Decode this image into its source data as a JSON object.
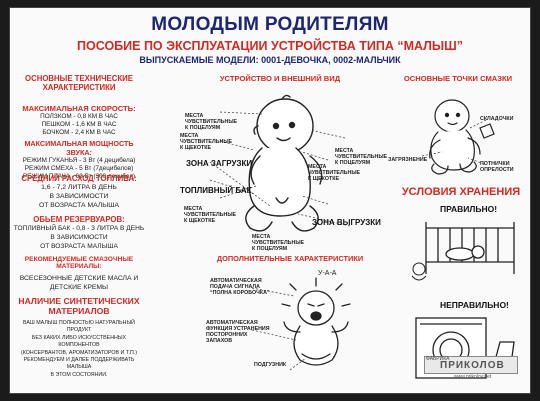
{
  "header": {
    "title": "МОЛОДЫМ РОДИТЕЛЯМ",
    "subtitle": "ПОСОБИЕ ПО ЭКСПЛУАТАЦИИ УСТРОЙСТВА ТИПА “МАЛЫШ”",
    "models": "ВЫПУСКАЕМЫЕ МОДЕЛИ: 0001-ДЕВОЧКА, 0002-МАЛЬЧИК"
  },
  "left": {
    "specs_title": "ОСНОВНЫЕ ТЕХНИЧЕСКИЕ ХАРАКТЕРИСТИКИ",
    "speed": {
      "title": "МАКСИМАЛЬНАЯ СКОРОСТЬ:",
      "lines": [
        "ПОЛЗКОМ - 0,8 КМ В ЧАС",
        "ПЕШКОМ - 1,6 КМ В ЧАС",
        "БОЧКОМ - 2,4 КМ В ЧАС"
      ]
    },
    "sound": {
      "title": "МАКСИМАЛЬНАЯ МОЩНОСТЬ ЗВУКА:",
      "lines": [
        "РЕЖИМ ГУКАНЬЯ - 3 Вт (4 децибела)",
        "РЕЖИМ СМЕХА - 5 Вт (7децибелов)",
        "РЕЖИМ ПЛАЧА - 60 Вт (300 децибел)"
      ]
    },
    "fuel": {
      "title": "СРЕДНИЙ РАСХОД ТОПЛИВА:",
      "lines": [
        "1,6 - 7,2 ЛИТРА В ДЕНЬ",
        "В ЗАВИСИМОСТИ",
        "ОТ ВОЗРАСТА МАЛЫША"
      ]
    },
    "tanks": {
      "title": "ОБЬЕМ РЕЗЕРВУАРОВ:",
      "lines": [
        "ТОПЛИВНЫЙ БАК - 0,8 - 3 ЛИТРА В ДЕНЬ",
        "В ЗАВИСИМОСТИ",
        "ОТ ВОЗРАСТА МАЛЫША"
      ]
    },
    "lube": {
      "title": "РЕКОМЕНДУЕМЫЕ СМАЗОЧНЫЕ МАТЕРИАЛЫ:",
      "lines": [
        "ВСЕСЕЗОННЫЕ ДЕТСКИЕ МАСЛА И",
        "ДЕТСКИЕ КРЕМЫ"
      ]
    },
    "synthetic": {
      "title": "НАЛИЧИЕ СИНТЕТИЧЕСКИХ МАТЕРИАЛОВ",
      "lines": [
        "ВАШ МАЛЫШ ПОЛНОСТЬЮ НАТУРАЛЬНЫЙ ПРОДУКТ",
        "БЕЗ КАКИХ ЛИБО ИСКУССТВЕННЫХ КОМПОНЕНТОВ",
        "(КОНСЕРВАНТОВ, АРОМАТИЗАТОРОВ И Т.П.)",
        "РЕКОМЕНДУЕМ И ДАЛЕЕ ПОДДЕРЖИВАТЬ МАЛЫША",
        "В ЭТОМ СОСТОЯНИИ."
      ]
    }
  },
  "center": {
    "device_title": "УСТРОЙСТВО И ВНЕШНИЙ ВИД",
    "labels": {
      "kiss1": "МЕСТА ЧУВСТВИТЕЛЬНЫЕ К ПОЦЕЛУЯМ",
      "kiss2": "МЕСТА ЧУВСТВИТЕЛЬНЫЕ К ПОЦЕЛУЯМ",
      "kiss3": "МЕСТА ЧУВСТВИТЕЛЬНЫЕ К ПОЦЕЛУЯМ",
      "tickle1": "МЕСТА ЧУВСТВИТЕЛЬНЫЕ К ЩЕКОТКЕ",
      "tickle2": "МЕСТА ЧУВСТВИТЕЛЬНЫЕ К ЩЕКОТКЕ",
      "tickle3": "МЕСТА ЧУВСТВИТЕЛЬНЫЕ К ЩЕКОТКЕ",
      "load_zone": "ЗОНА ЗАГРУЗКИ",
      "fuel_tank": "ТОПЛИВНЫЙ БАК",
      "unload_zone": "ЗОНА ВЫГРУЗКИ"
    },
    "extra_title": "ДОПОЛНИТЕЛЬНЫЕ ХАРАКТЕРИСТИКИ",
    "extra": {
      "signal": "АВТОМАТИЧЕСКАЯ ПОДАЧА СИГНАЛА “ПОЛНА КОРОБОЧКА”",
      "ua": "У-А-А",
      "odor": "АВТОМАТИЧЕСКАЯ ФУНКЦИЯ УСТРАНЕНИЯ ПОСТОРОННИХ ЗАПАХОВ",
      "diaper": "ПОДГУЗНИК"
    }
  },
  "right": {
    "lube_title": "ОСНОВНЫЕ ТОЧКИ СМАЗКИ",
    "lube_labels": {
      "folds": "СКЛАДОЧКИ",
      "soreness": "ЗАГРЯЗНЕНИЕ",
      "sweat": "ПОТНИЧКИ ОПРЕЛОСТИ"
    },
    "storage_title": "УСЛОВИЯ ХРАНЕНИЯ",
    "right_label": "ПРАВИЛЬНО!",
    "wrong_label": "НЕПРАВИЛЬНО!",
    "logo_small": "ФАБРИКА",
    "logo": "ПРИКОЛОВ",
    "website": "www.prikolov.net"
  },
  "colors": {
    "title": "#1d2673",
    "accent": "#d22a22",
    "text": "#222222",
    "background": "#fafafa"
  }
}
